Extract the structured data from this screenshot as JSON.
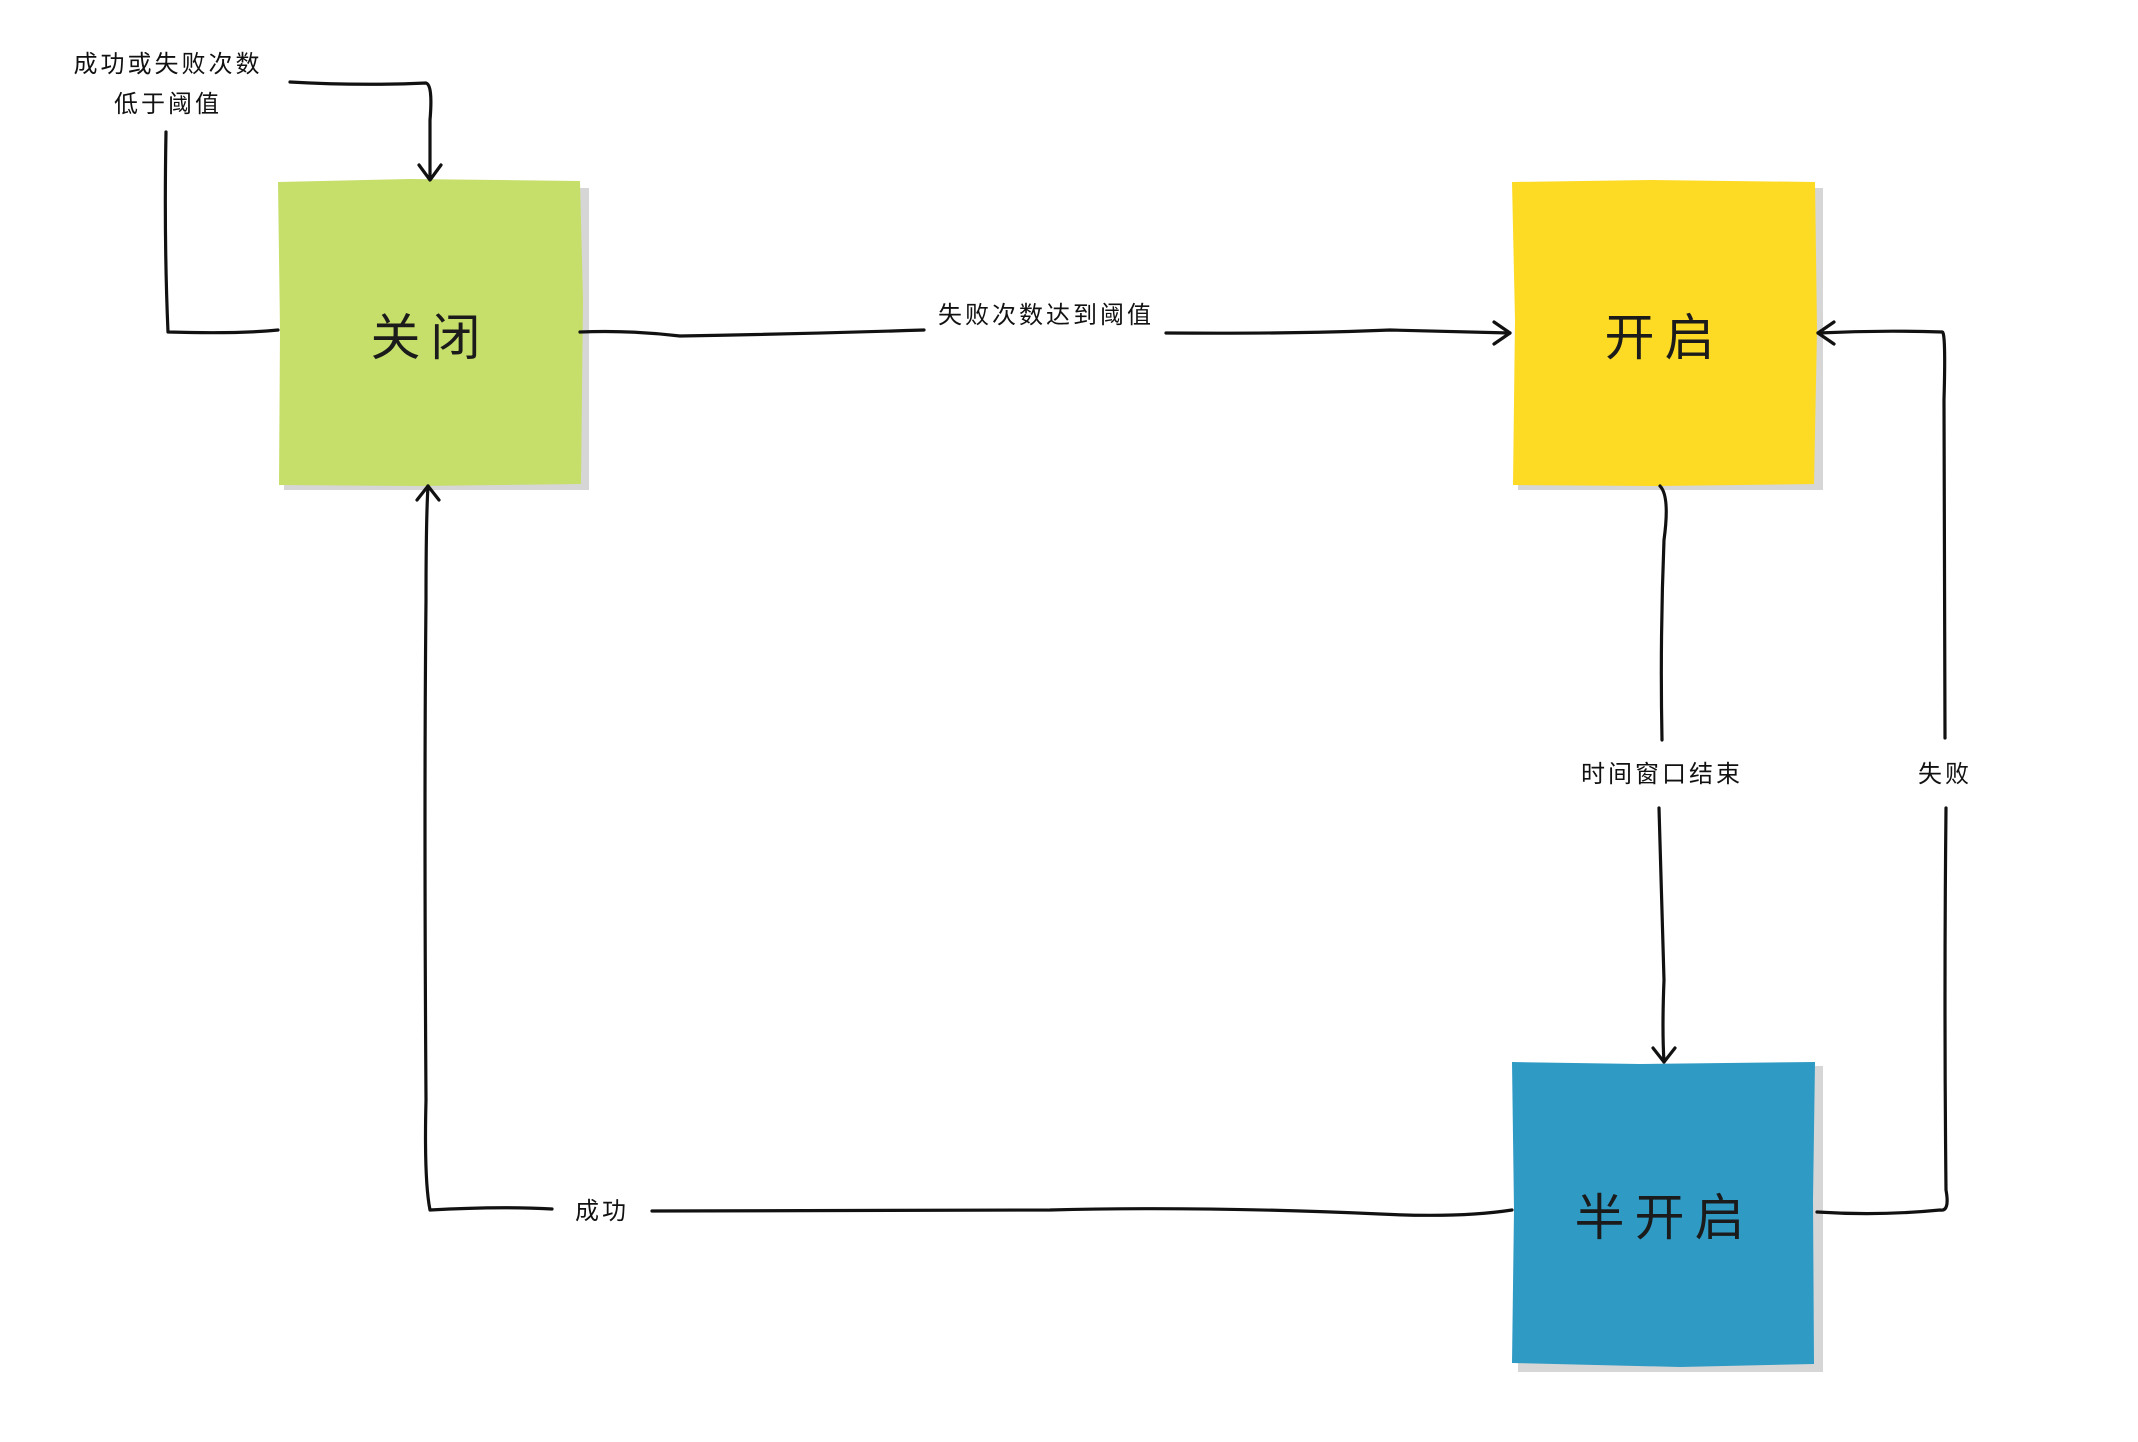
{
  "colors": {
    "closed": "#c6de6a",
    "open": "#fdda24",
    "half_open": "#2f9ac4",
    "line": "#111111"
  },
  "nodes": {
    "closed": {
      "label": "关闭"
    },
    "open": {
      "label": "开启"
    },
    "half_open": {
      "label": "半开启"
    }
  },
  "edges": {
    "closed_self": {
      "label": "成功或失败次数低于阈值"
    },
    "closed_to_open": {
      "label": "失败次数达到阈值"
    },
    "open_to_half_open": {
      "label": "时间窗口结束"
    },
    "half_open_to_open": {
      "label": "失败"
    },
    "half_open_to_closed": {
      "label": "成功"
    }
  }
}
